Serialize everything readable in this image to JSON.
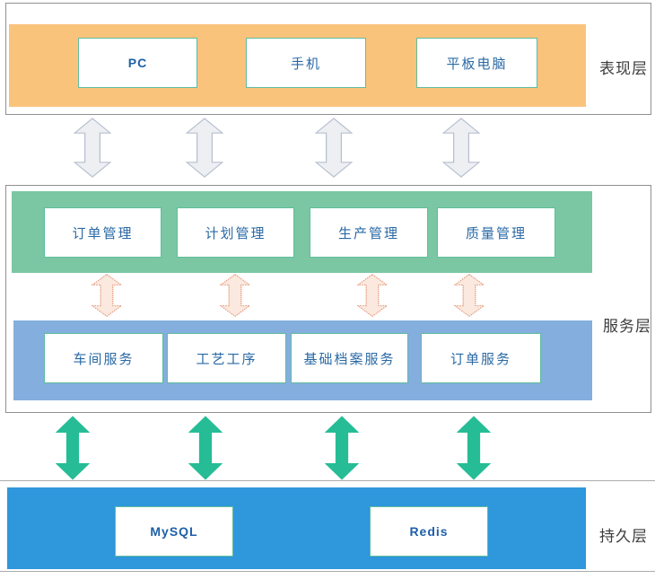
{
  "diagram": {
    "title": "layered-architecture-diagram",
    "layers": [
      {
        "name": "presentation",
        "label": "表现层",
        "nodes": [
          "PC",
          "手机",
          "平板电脑"
        ]
      },
      {
        "name": "service",
        "label": "服务层",
        "app_nodes": [
          "订单管理",
          "计划管理",
          "生产管理",
          "质量管理"
        ],
        "service_nodes": [
          "车间服务",
          "工艺工序",
          "基础档案服务",
          "订单服务"
        ]
      },
      {
        "name": "persistence",
        "label": "持久层",
        "nodes": [
          "MySQL",
          "Redis"
        ]
      }
    ],
    "colors": {
      "presentation_band": "#FAC37C",
      "app_band": "#7BC7A3",
      "service_band": "#84AEDD",
      "persistence_band": "#2F97DB",
      "gray_arrow_fill": "#EDEFF3",
      "gray_arrow_stroke": "#B7C0CE",
      "pink_arrow_fill": "#FBE9DF",
      "pink_arrow_stroke": "#E59A7C",
      "teal_arrow": "#26BD96",
      "node_border": "#5FBD9D",
      "node_text": "#2A69A5",
      "layer_label_text": "#3C3C3C",
      "outer_border": "#909090"
    }
  }
}
